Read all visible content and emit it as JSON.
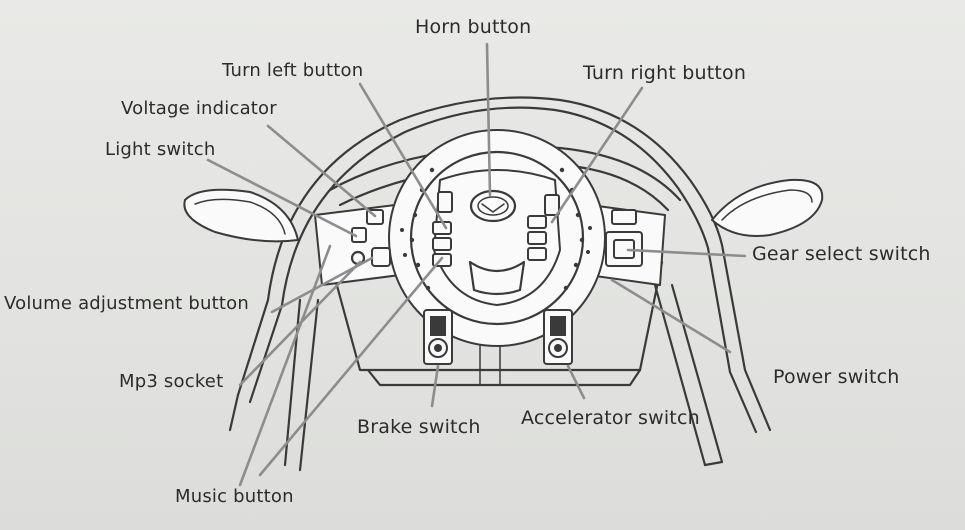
{
  "labels": {
    "horn": "Horn button",
    "turn_left": "Turn left button",
    "turn_right": "Turn right button",
    "voltage": "Voltage indicator",
    "light": "Light switch",
    "gear": "Gear select switch",
    "volume": "Volume adjustment button",
    "mp3": "Mp3 socket",
    "power": "Power switch",
    "brake": "Brake switch",
    "accelerator": "Accelerator switch",
    "music": "Music button"
  },
  "colors": {
    "paper": "#e6e7e4",
    "ink": "#3a3a3a",
    "leader": "#8d8d8d",
    "text": "#2c2c2c"
  }
}
